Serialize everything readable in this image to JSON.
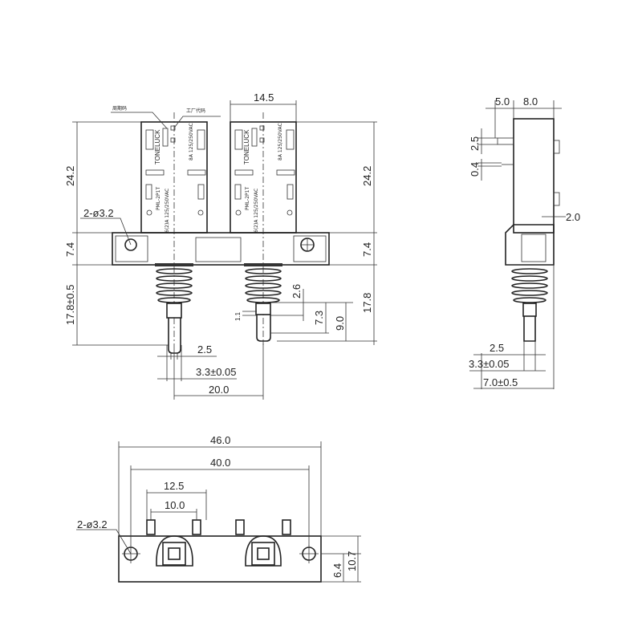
{
  "front_view": {
    "labels": {
      "cycle_code": "周期码",
      "factory_code": "工厂代码"
    },
    "switch_text": {
      "brand": "TONELUCK",
      "model": "PML-2P1T",
      "rating_1": "6(2)A 125/250VAC",
      "rating_2": "8A 125/250VAC"
    },
    "dims": {
      "width_top": "14.5",
      "height_left": "24.2",
      "height_right": "24.2",
      "plate_left": "7.4",
      "plate_right": "7.4",
      "stem_left": "17.8±0.5",
      "stem_right": "17.8",
      "hole": "2-ø3.2",
      "d26": "2.6",
      "d11": "1.1",
      "d73": "7.3",
      "d90": "9.0",
      "d25": "2.5",
      "d33": "3.3±0.05",
      "pitch": "20.0"
    }
  },
  "side_view": {
    "dims": {
      "top_a": "5.0",
      "top_b": "8.0",
      "d25v": "2.5",
      "d04": "0.4",
      "d20": "2.0",
      "d25": "2.5",
      "d33": "3.3±0.05",
      "d70": "7.0±0.5"
    }
  },
  "bottom_view": {
    "dims": {
      "overall": "46.0",
      "holes": "40.0",
      "d125": "12.5",
      "d100": "10.0",
      "hole": "2-ø3.2",
      "d64": "6.4",
      "d107": "10.7"
    }
  }
}
